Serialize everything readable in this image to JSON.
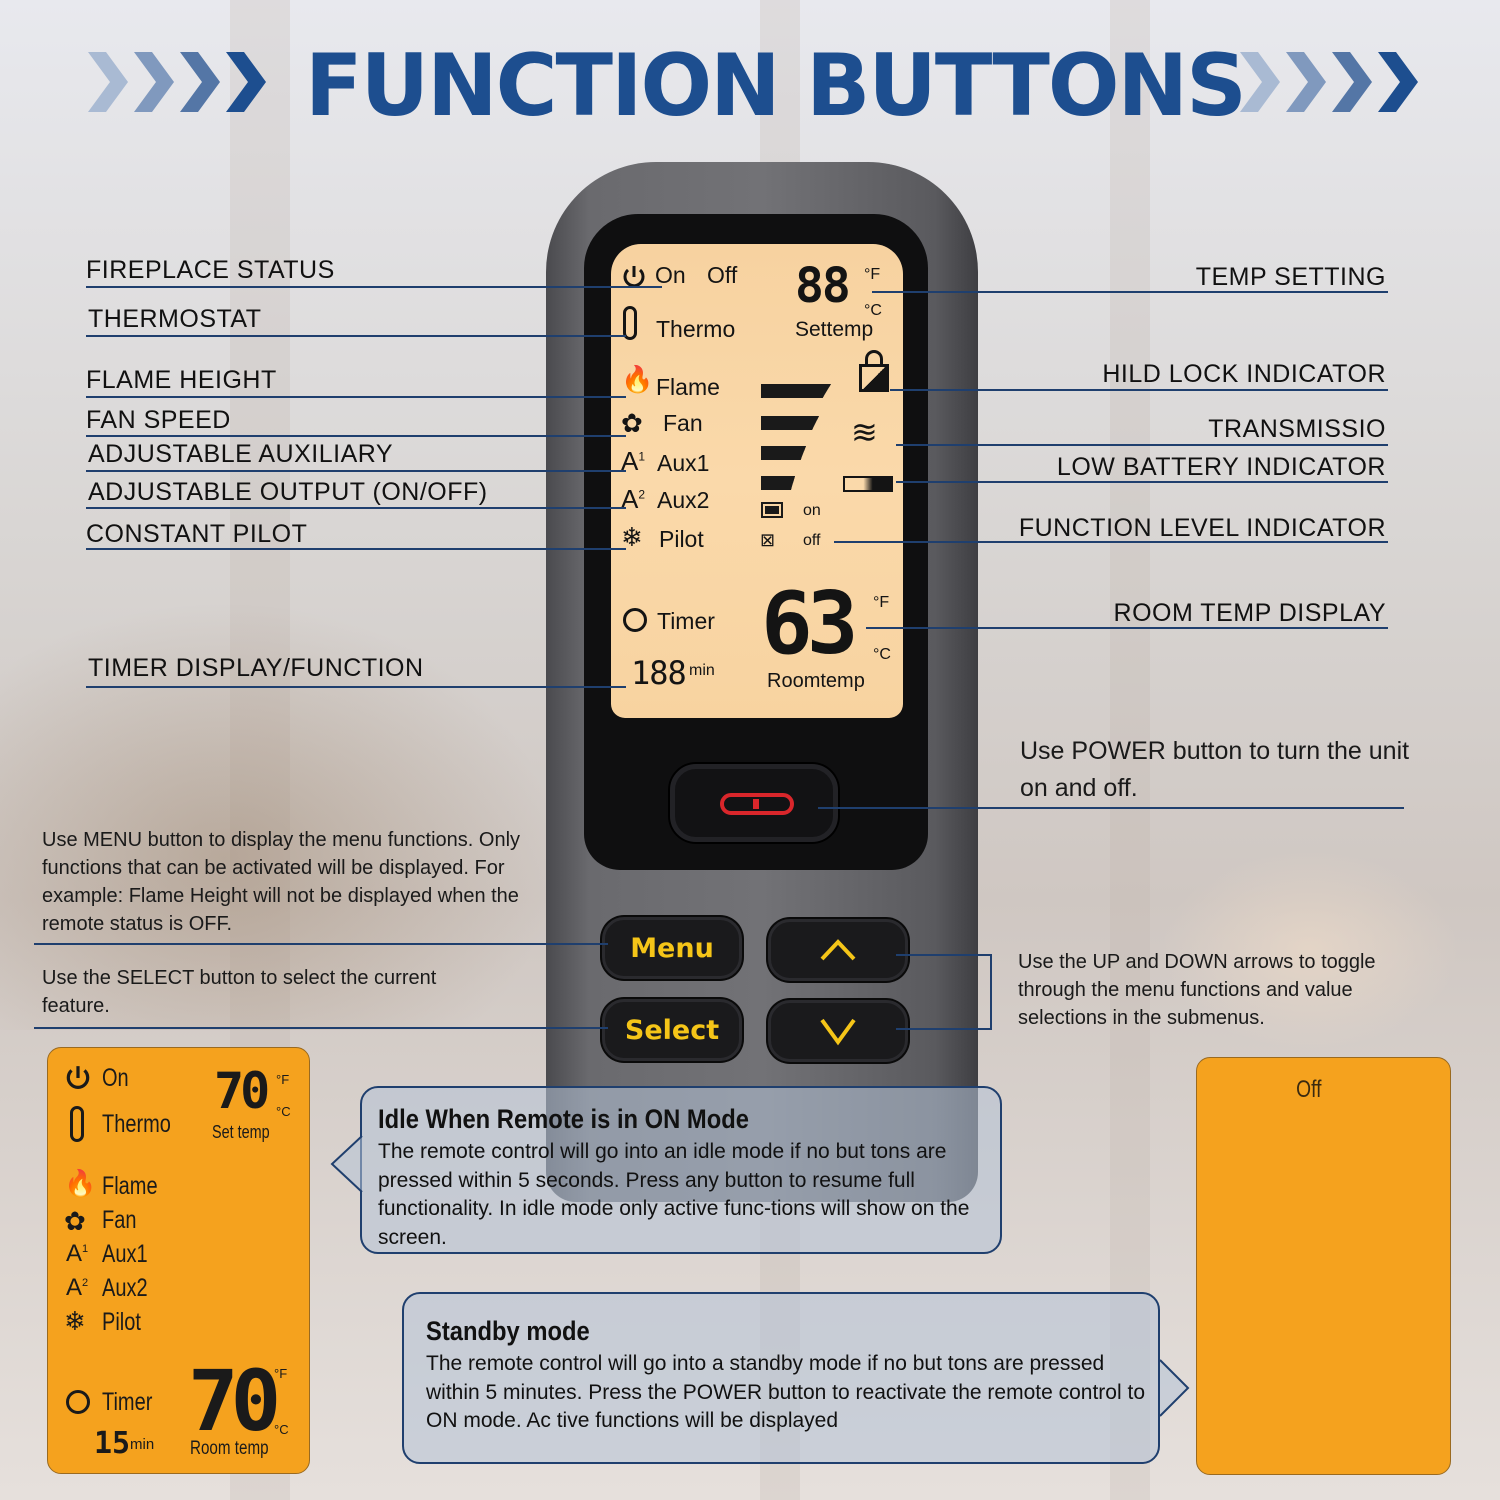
{
  "title": "FUNCTION BUTTONS",
  "colors": {
    "title": "#1d4e8f",
    "leader_line": "#1f3f6e",
    "lcd_backlight": "#f9d6a5",
    "lcd_orange": "#f5a21e",
    "button_text": "#f5c518",
    "power_icon": "#d9262b"
  },
  "labels_left": [
    {
      "text": "FIREPLACE STATUS"
    },
    {
      "text": "THERMOSTAT"
    },
    {
      "text": "FLAME HEIGHT"
    },
    {
      "text": "FAN SPEED"
    },
    {
      "text": "ADJUSTABLE  AUXILIARY"
    },
    {
      "text": "ADJUSTABLE  OUTPUT (ON/OFF)"
    },
    {
      "text": "CONSTANT PILOT"
    },
    {
      "text": "TIMER DISPLAY/FUNCTION"
    }
  ],
  "labels_right": [
    {
      "text": "TEMP SETTING"
    },
    {
      "text": "HILD LOCK  INDICATOR"
    },
    {
      "text": "TRANSMISSIO"
    },
    {
      "text": "LOW BATTERY  INDICATOR"
    },
    {
      "text": "FUNCTION LEVEL  INDICATOR"
    },
    {
      "text": "ROOM TEMP DISPLAY"
    }
  ],
  "lcd": {
    "on": "On",
    "off": "Off",
    "set_temp_value": "88",
    "set_temp_label": "Settemp",
    "unit_f": "°F",
    "unit_c": "°C",
    "rows": [
      "Thermo",
      "Flame",
      "Fan",
      "Aux1",
      "Aux2",
      "Pilot"
    ],
    "on_state": "on",
    "off_state": "off",
    "timer_label": "Timer",
    "timer_value": "188",
    "timer_unit": "min",
    "room_temp_value": "63",
    "room_temp_label": "Roomtemp"
  },
  "buttons": {
    "power": "POWER",
    "menu": "Menu",
    "select": "Select",
    "up": "^",
    "down": "v"
  },
  "descriptions": {
    "power": "Use POWER button to turn the unit on and off.",
    "menu": "Use MENU button to display the menu functions. Only functions that can be activated will be displayed. For example: Flame Height will not be displayed when the remote status is OFF.",
    "select": "Use the SELECT button to select the current feature.",
    "arrows": "Use the UP and DOWN arrows to toggle through the menu functions and value selections in the submenus."
  },
  "mini_lcd_on": {
    "on": "On",
    "thermo": "Thermo",
    "set_temp_value": "70",
    "set_temp_label": "Set temp",
    "unit_f": "°F",
    "unit_c": "°C",
    "rows": [
      "Flame",
      "Fan",
      "Aux1",
      "Aux2",
      "Pilot"
    ],
    "timer_label": "Timer",
    "timer_value": "15",
    "timer_unit": "min",
    "room_temp_value": "70",
    "room_temp_label": "Room temp"
  },
  "mini_lcd_off": {
    "off": "Off"
  },
  "idle_box": {
    "title": "Idle When Remote is in ON Mode",
    "body": "The remote control will go into an idle mode if no but tons are pressed within 5 seconds. Press any button to resume full functionality. In idle mode only active func-tions will show on the screen."
  },
  "standby_box": {
    "title": "Standby mode",
    "body": "The remote control will go into a standby mode if no but tons are pressed within 5 minutes. Press the POWER button to reactivate the remote control to ON mode. Ac tive functions will be displayed"
  }
}
